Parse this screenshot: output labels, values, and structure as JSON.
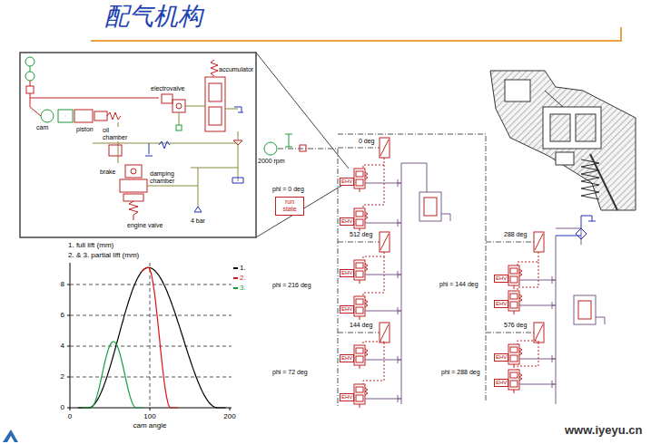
{
  "diagram": {
    "title": "配气机构",
    "nodes": [
      {
        "text": [
          "run state"
        ]
      }
    ],
    "labels": [
      "cam",
      "piston",
      "electrovalve",
      "accumulator",
      "oil chamber",
      "brake",
      "damping chamber",
      "engine valve",
      "4 bar",
      "2000 rpm",
      "0 deg",
      "phi = 0 deg",
      "512 deg",
      "phi = 216 deg",
      "144 deg",
      "phi = 72 deg",
      "288 deg",
      "phi = 144 deg",
      "576 deg",
      "phi = 288 deg",
      "EHV",
      "EHV",
      "EHV",
      "EHV",
      "EHV",
      "EHV",
      "EHV",
      "EHV",
      "EHV",
      "EHV",
      "1. full lift (mm)",
      "2. & 3. partial lift (mm)",
      "0",
      "2",
      "4",
      "6",
      "8",
      "0",
      "100",
      "200",
      "cam angle",
      "www.iyeyu.cn"
    ],
    "legend": [
      {
        "text": "1.",
        "color": "#000000"
      },
      {
        "text": "2.",
        "color": "#e01010"
      },
      {
        "text": "3.",
        "color": "#10a040"
      }
    ]
  }
}
